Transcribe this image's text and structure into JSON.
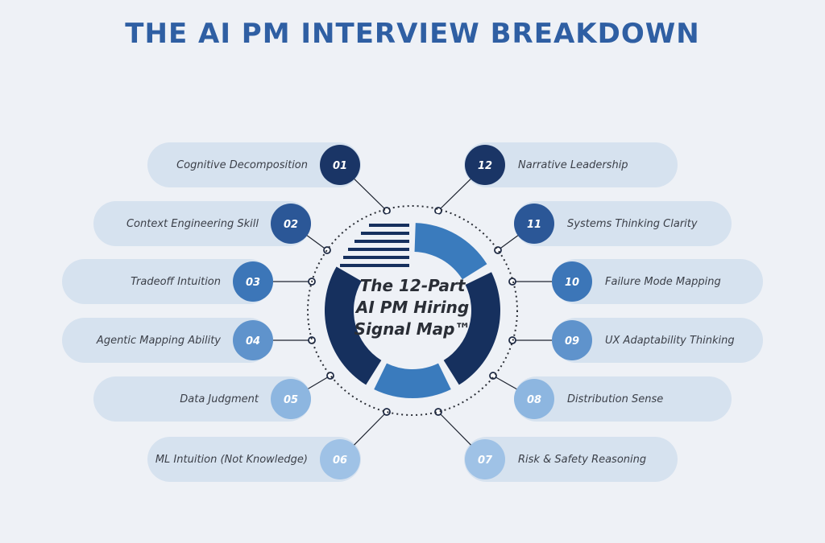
{
  "title": "THE AI PM INTERVIEW BREAKDOWN",
  "center": {
    "lines": [
      "The 12-Part",
      "AI PM Hiring",
      "Signal Map™"
    ]
  },
  "items": [
    {
      "num": "01",
      "label": "Cognitive Decomposition",
      "color": "#1a3566"
    },
    {
      "num": "02",
      "label": "Context Engineering Skill",
      "color": "#2b5797"
    },
    {
      "num": "03",
      "label": "Tradeoff Intuition",
      "color": "#3c76b8"
    },
    {
      "num": "04",
      "label": "Agentic Mapping Ability",
      "color": "#5f93cc"
    },
    {
      "num": "05",
      "label": "Data Judgment",
      "color": "#8db6e0"
    },
    {
      "num": "06",
      "label": "ML Intuition (Not Knowledge)",
      "color": "#9fc2e6"
    },
    {
      "num": "07",
      "label": "Risk & Safety Reasoning",
      "color": "#9fc2e6"
    },
    {
      "num": "08",
      "label": "Distribution Sense",
      "color": "#8db6e0"
    },
    {
      "num": "09",
      "label": "UX Adaptability Thinking",
      "color": "#5f93cc"
    },
    {
      "num": "10",
      "label": "Failure Mode Mapping",
      "color": "#3c76b8"
    },
    {
      "num": "11",
      "label": "Systems Thinking Clarity",
      "color": "#2b5797"
    },
    {
      "num": "12",
      "label": "Narrative Leadership",
      "color": "#1a3566"
    }
  ],
  "colors": {
    "pill": "#d6e2ef",
    "ring_dark": "#16305e",
    "ring_mid": "#3a7bbd",
    "title": "#2f5fa3"
  }
}
